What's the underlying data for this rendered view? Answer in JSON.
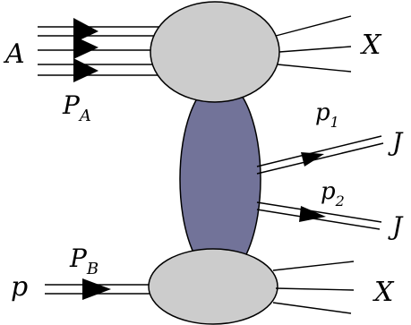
{
  "diagram": {
    "labels": {
      "nucleus": "A",
      "nucleus_momentum": "P",
      "nucleus_momentum_sub": "A",
      "proton": "p",
      "proton_momentum": "P",
      "proton_momentum_sub": "B",
      "final_state_top": "X",
      "final_state_bottom": "X",
      "jet1": "J",
      "jet1_momentum": "p",
      "jet1_momentum_sub": "1",
      "jet2": "J",
      "jet2_momentum": "p",
      "jet2_momentum_sub": "2"
    },
    "colors": {
      "blob_fill": "#cccccc",
      "exchange_fill": "#727399",
      "line": "#000000"
    }
  }
}
